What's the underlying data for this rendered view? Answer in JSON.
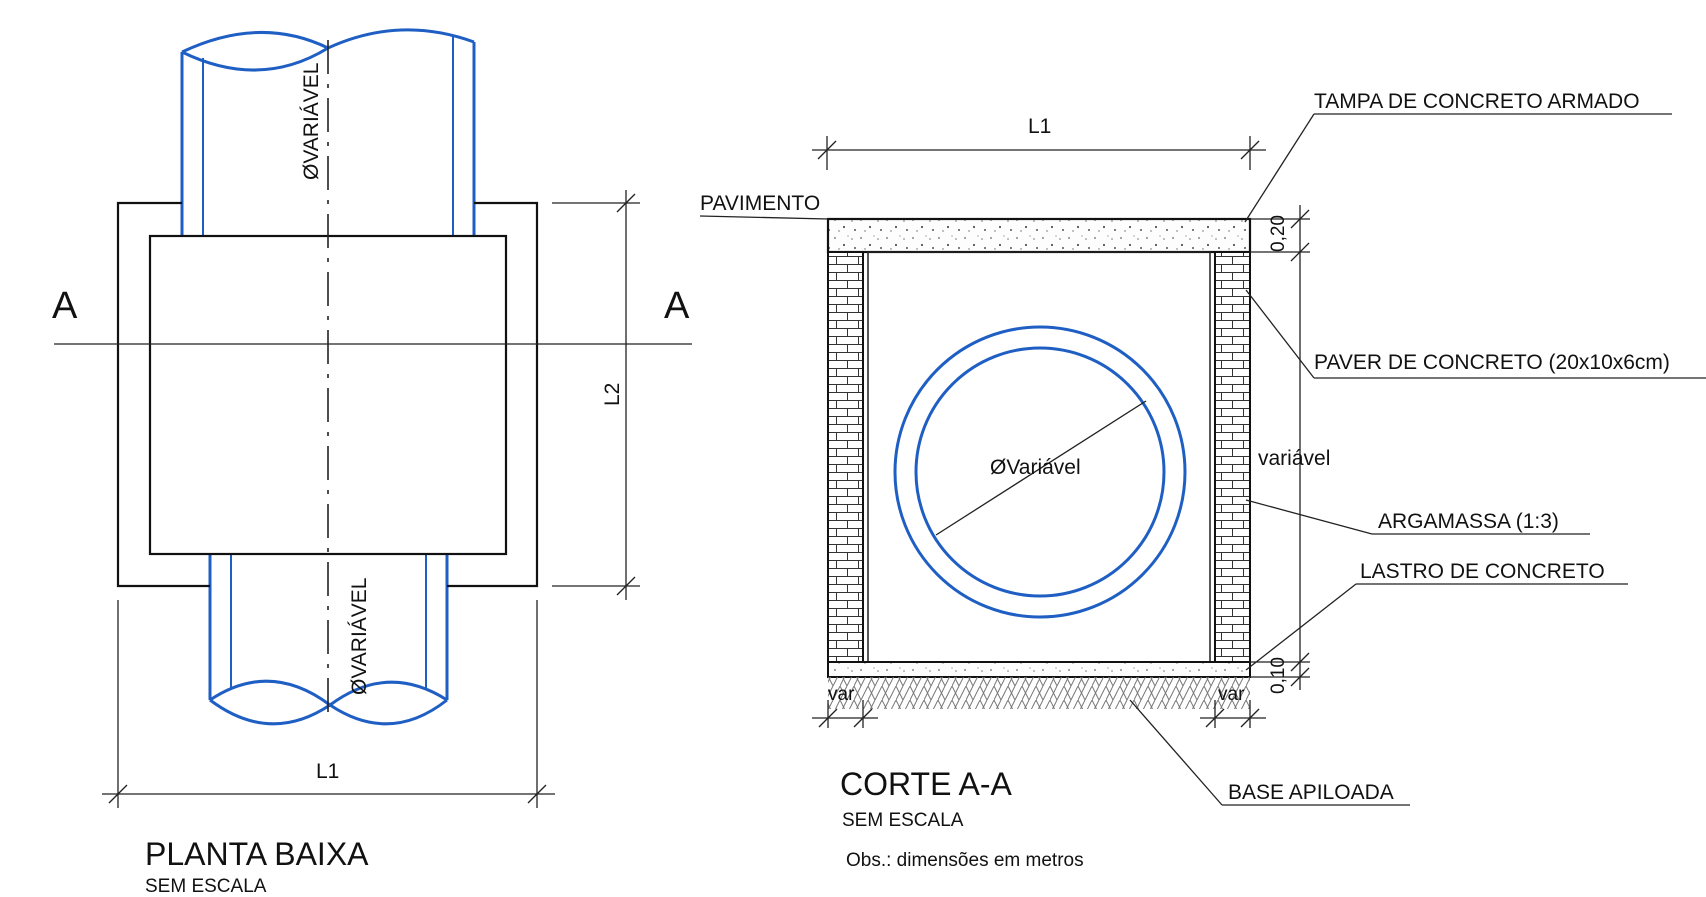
{
  "plan": {
    "section_left": "A",
    "section_right": "A",
    "diam_top": "ØVARIÁVEL",
    "diam_bottom": "ØVARIÁVEL",
    "dim_l2": "L2",
    "dim_l1": "L1",
    "title": "PLANTA BAIXA",
    "scale": "SEM ESCALA"
  },
  "section": {
    "dim_l1": "L1",
    "pavimento": "PAVIMENTO",
    "tampa": "TAMPA DE CONCRETO ARMADO",
    "paver": "PAVER DE CONCRETO (20x10x6cm)",
    "argamassa": "ARGAMASSA (1:3)",
    "lastro": "LASTRO DE CONCRETO",
    "base": "BASE APILOADA",
    "dim_top": "0,20",
    "dim_bottom": "0,10",
    "dim_height": "variável",
    "dim_var_left": "var",
    "dim_var_right": "var",
    "pipe_diam": "ØVariável",
    "title": "CORTE A-A",
    "scale": "SEM ESCALA",
    "note": "Obs.: dimensões em metros"
  },
  "colors": {
    "pipe": "#1f5fc4",
    "line": "#111111"
  }
}
